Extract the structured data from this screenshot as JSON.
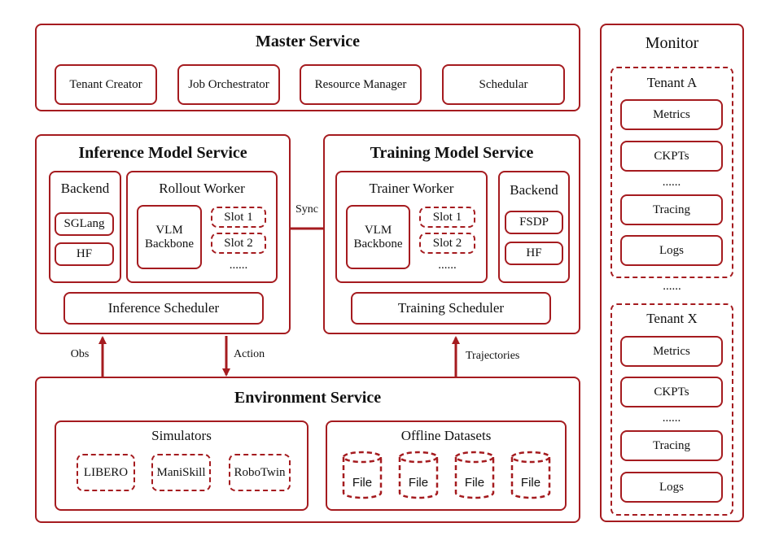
{
  "master": {
    "title": "Master Service",
    "items": [
      "Tenant Creator",
      "Job Orchestrator",
      "Resource Manager",
      "Schedular"
    ]
  },
  "inference": {
    "title": "Inference Model Service",
    "backend_title": "Backend",
    "backend_items": [
      "SGLang",
      "HF"
    ],
    "rollout_title": "Rollout Worker",
    "vlm": "VLM Backbone",
    "slots": [
      "Slot 1",
      "Slot 2"
    ],
    "more": "......",
    "scheduler": "Inference Scheduler"
  },
  "training": {
    "title": "Training Model Service",
    "trainer_title": "Trainer Worker",
    "vlm": "VLM Backbone",
    "slots": [
      "Slot 1",
      "Slot 2"
    ],
    "more": "......",
    "backend_title": "Backend",
    "backend_items": [
      "FSDP",
      "HF"
    ],
    "scheduler": "Training Scheduler"
  },
  "arrows": {
    "sync": "Sync",
    "obs": "Obs",
    "action": "Action",
    "trajectories": "Trajectories"
  },
  "environment": {
    "title": "Environment Service",
    "simulators_title": "Simulators",
    "simulators": [
      "LIBERO",
      "ManiSkill",
      "RoboTwin"
    ],
    "datasets_title": "Offline Datasets",
    "files": [
      "File",
      "File",
      "File",
      "File"
    ]
  },
  "monitor": {
    "title": "Monitor",
    "tenant_a": {
      "title": "Tenant A",
      "items": [
        "Metrics",
        "CKPTs",
        "......",
        "Tracing",
        "Logs"
      ]
    },
    "between": "......",
    "tenant_x": {
      "title": "Tenant X",
      "items": [
        "Metrics",
        "CKPTs",
        "......",
        "Tracing",
        "Logs"
      ]
    }
  },
  "colors": {
    "accent": "#a51b1f"
  }
}
